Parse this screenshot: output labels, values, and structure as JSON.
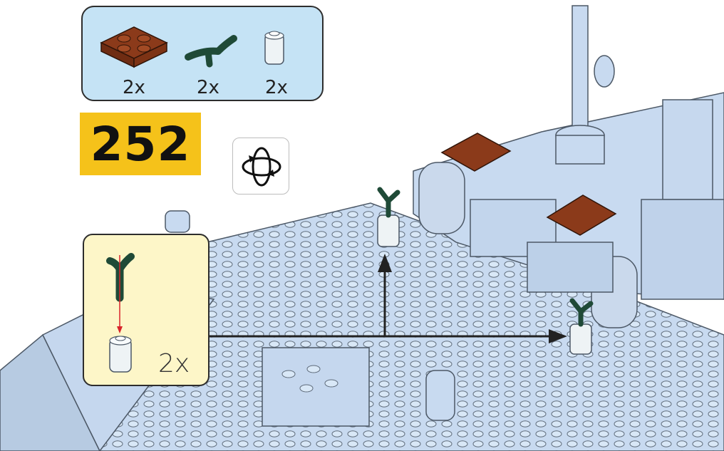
{
  "step": {
    "number": "252"
  },
  "parts": [
    {
      "name": "brown-plate-2x2",
      "qty": "2x",
      "color": "#8b3a1a"
    },
    {
      "name": "green-y-branch",
      "qty": "2x",
      "color": "#1f4a37"
    },
    {
      "name": "trans-clear-round-brick",
      "qty": "2x",
      "color": "#eef2f2"
    }
  ],
  "subassembly": {
    "qty": "2x"
  },
  "colors": {
    "parts_box_bg": "#c5e3f5",
    "step_badge_bg": "#f5c21a",
    "subassembly_bg": "#fdf6c8",
    "model_blue": "#c8daf0",
    "arrow": "#222222",
    "guide_arrow": "#d8232a"
  },
  "icons": [
    "rotate-model-icon",
    "callout-arrow-icon",
    "guide-arrow-icon"
  ]
}
